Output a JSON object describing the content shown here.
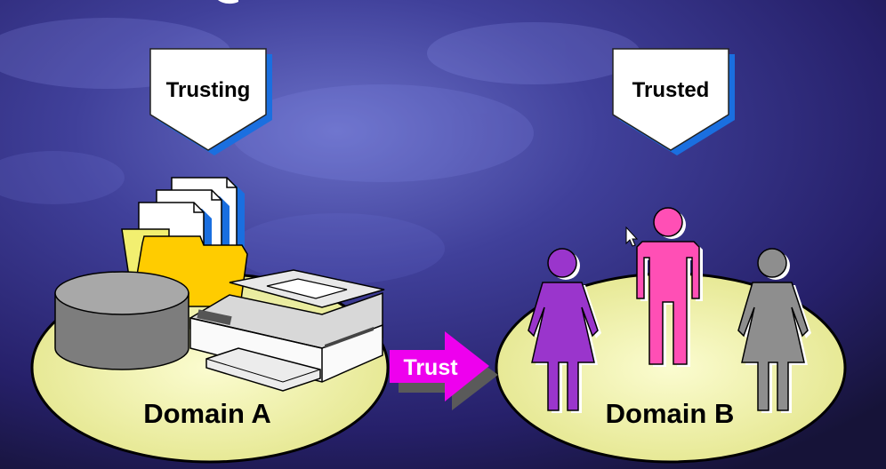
{
  "labels": {
    "trusting": "Trusting",
    "trusted": "Trusted",
    "trust": "Trust",
    "domain_a": "Domain A",
    "domain_b": "Domain B"
  },
  "colors": {
    "ellipse_fill": "#eef0a0",
    "arrow": "#ee00ee",
    "woman_purple": "#9a35cc",
    "man_pink": "#ff4fb5",
    "woman_gray": "#8e8e8e",
    "folder": "#ffcc00",
    "disk": "#8c8c8c"
  },
  "icons": [
    "documents-icon",
    "folder-icon",
    "disk-icon",
    "printer-icon",
    "woman-icon",
    "man-icon",
    "cursor-icon"
  ]
}
